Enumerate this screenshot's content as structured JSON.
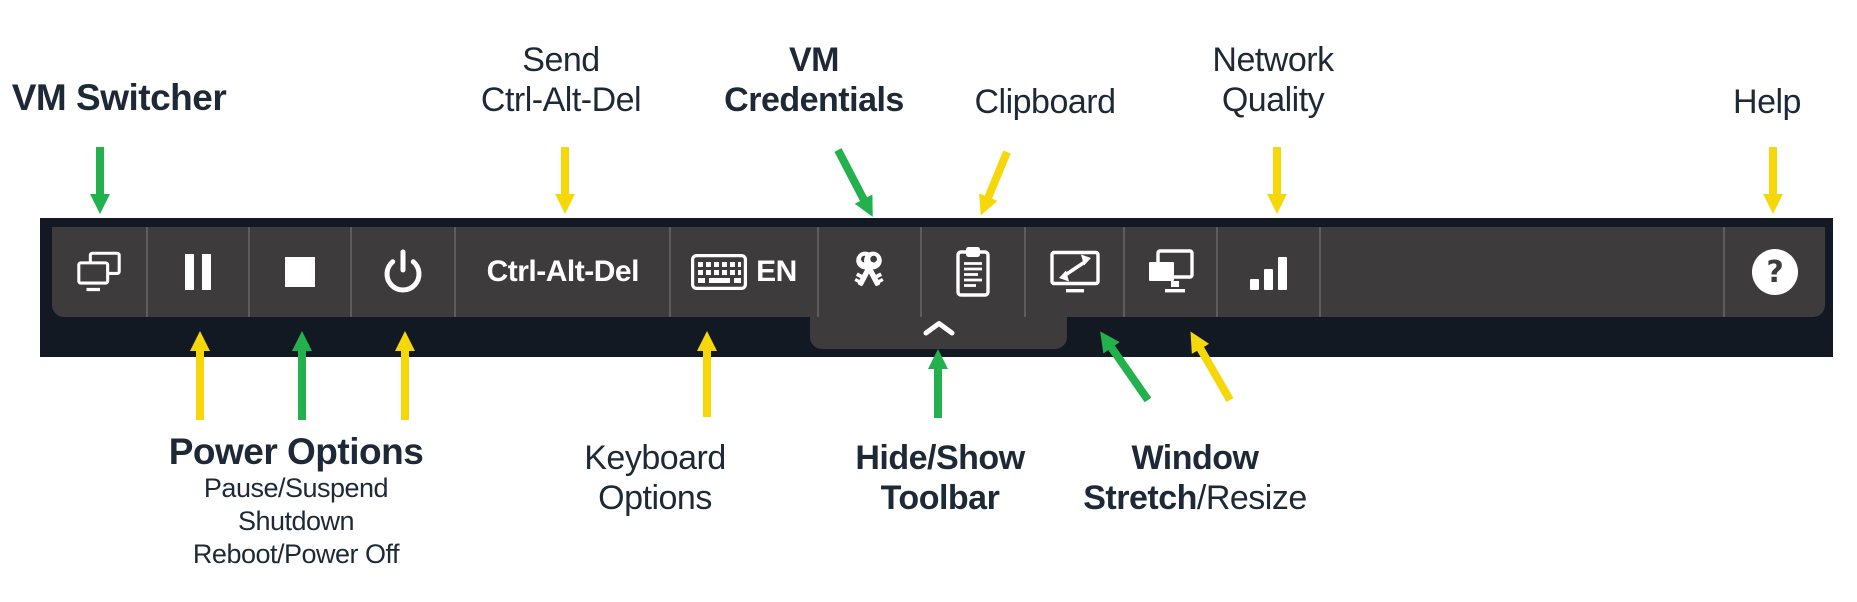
{
  "colors": {
    "arrow_green": "#22b14c",
    "arrow_yellow": "#f5d70a",
    "toolbar_bg": "#3d3b3b",
    "toolbar_frame": "#131922",
    "toolbar_separator": "#5e5c5c",
    "icon_white": "#ffffff",
    "label_text": "#1d2936"
  },
  "toolbar": {
    "ctrl_alt_del_label": "Ctrl-Alt-Del",
    "keyboard_language": "EN",
    "help_glyph": "?",
    "icons": {
      "vm_switcher": "overlapping-monitors",
      "pause": "pause-bars",
      "stop": "stop-square",
      "power": "power-symbol",
      "keyboard": "keyboard",
      "credentials": "keys",
      "clipboard": "clipboard",
      "stretch": "monitor-diagonal-arrows",
      "window_resize": "overlapping-windows",
      "network": "signal-bars",
      "help": "question-mark-circle",
      "hide_toolbar": "chevron-up"
    }
  },
  "annotations": {
    "vm_switcher": "VM Switcher",
    "send_cad": {
      "line1": "Send",
      "line2": "Ctrl-Alt-Del"
    },
    "vm_credentials": {
      "line1": "VM",
      "line2": "Credentials"
    },
    "clipboard": "Clipboard",
    "network_quality": {
      "line1": "Network",
      "line2": "Quality"
    },
    "help": "Help",
    "power_options": {
      "title": "Power Options",
      "items": [
        "Pause/Suspend",
        "Shutdown",
        "Reboot/Power Off"
      ]
    },
    "keyboard_options": {
      "line1": "Keyboard",
      "line2": "Options"
    },
    "hide_show_toolbar": {
      "line1": "Hide/Show",
      "line2": "Toolbar"
    },
    "window_stretch": {
      "line1": "Window",
      "line2_bold": "Stretch",
      "line2_regular": "/Resize"
    }
  }
}
